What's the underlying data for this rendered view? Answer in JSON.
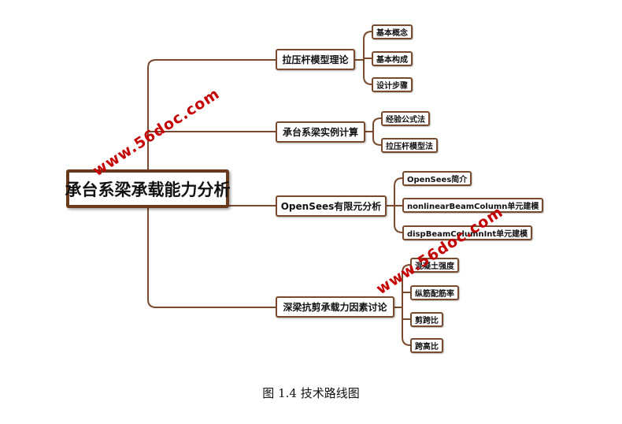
{
  "root": {
    "label": "承台系梁承载能力分析"
  },
  "branches": [
    {
      "label": "拉压杆模型理论",
      "children": [
        "基本概念",
        "基本构成",
        "设计步骤"
      ]
    },
    {
      "label": "承台系梁实例计算",
      "children": [
        "经验公式法",
        "拉压杆模型法"
      ]
    },
    {
      "label": "OpenSees有限元分析",
      "children": [
        "OpenSees简介",
        "nonlinearBeamColumn单元建模",
        "dispBeamColumnInt单元建模"
      ]
    },
    {
      "label": "深梁抗剪承载力因素讨论",
      "children": [
        "混凝土强度",
        "纵筋配筋率",
        "剪跨比",
        "跨高比"
      ]
    }
  ],
  "watermarks": [
    "www.56doc.com",
    "www.56doc.com"
  ],
  "caption": "图  1.4 技术路线图",
  "colors": {
    "line": "#7a4a2e",
    "watermark": "#c40000"
  }
}
